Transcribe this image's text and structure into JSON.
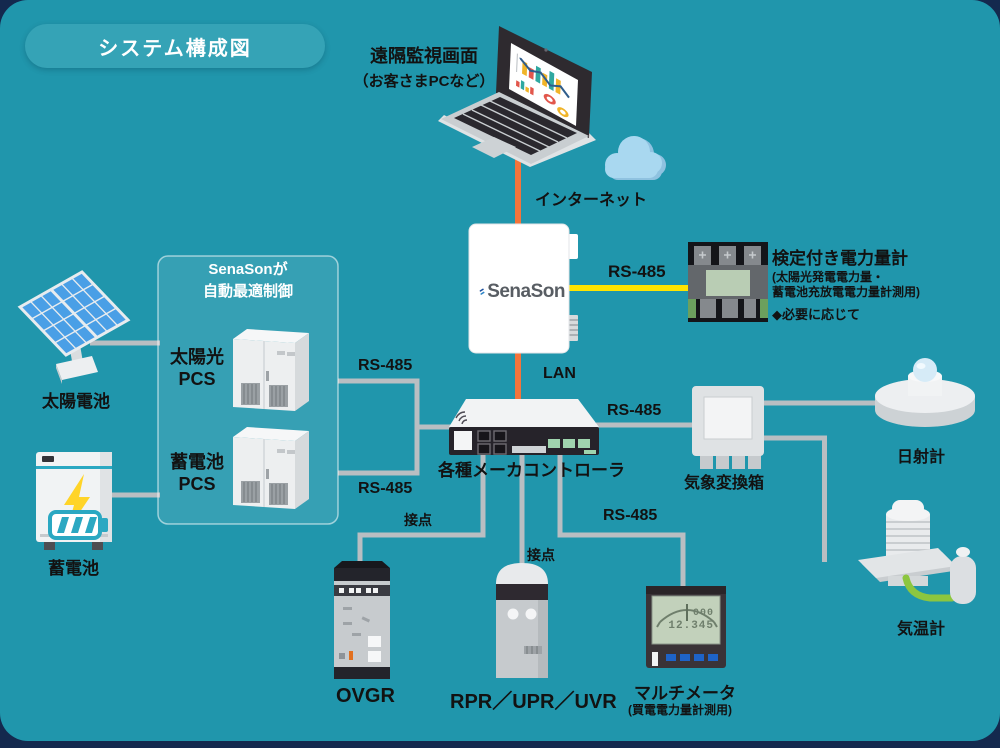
{
  "page": {
    "title_badge": "システム構成図"
  },
  "colors": {
    "background": "#2096AC",
    "frame": "#14294E",
    "cable_gray": "#B9BEC2",
    "cable_orange": "#F4743B",
    "cable_yellow": "#FFE400",
    "badge": "#35A3B6"
  },
  "remote_monitor": {
    "label_line1": "遠隔監視画面",
    "label_line2": "（お客さまPCなど）"
  },
  "internet": {
    "label": "インターネット"
  },
  "gateway": {
    "brand": "SenaSon"
  },
  "certified_meter": {
    "title": "検定付き電力量計",
    "subtitle_line1": "(太陽光発電電力量・",
    "subtitle_line2": "蓄電池充放電電力量計測用)",
    "note": "◆必要に応じて"
  },
  "control_group": {
    "header_line1": "SenaSonが",
    "header_line2": "自動最適制御",
    "pv_pcs_line1": "太陽光",
    "pv_pcs_line2": "PCS",
    "battery_pcs_line1": "蓄電池",
    "battery_pcs_line2": "PCS"
  },
  "solar_panel": {
    "label": "太陽電池"
  },
  "storage_battery": {
    "label": "蓄電池"
  },
  "controller": {
    "label": "各種メーカコントローラ"
  },
  "weather_box": {
    "label": "気象変換箱"
  },
  "pyranometer": {
    "label": "日射計"
  },
  "thermometer": {
    "label": "気温計"
  },
  "ovgr": {
    "label": "OVGR"
  },
  "protection_relay": {
    "label": "RPR／UPR／UVR"
  },
  "multimeter": {
    "label": "マルチメータ",
    "note": "(買電電力量計測用)",
    "display_line1": "000",
    "display_line2": "12.345"
  },
  "connections": {
    "lan": "LAN",
    "rs485_certified_meter": "RS-485",
    "rs485_pv_pcs": "RS-485",
    "rs485_battery_pcs": "RS-485",
    "rs485_weather_box": "RS-485",
    "rs485_multimeter": "RS-485",
    "contact_ovgr": "接点",
    "contact_relay": "接点"
  }
}
